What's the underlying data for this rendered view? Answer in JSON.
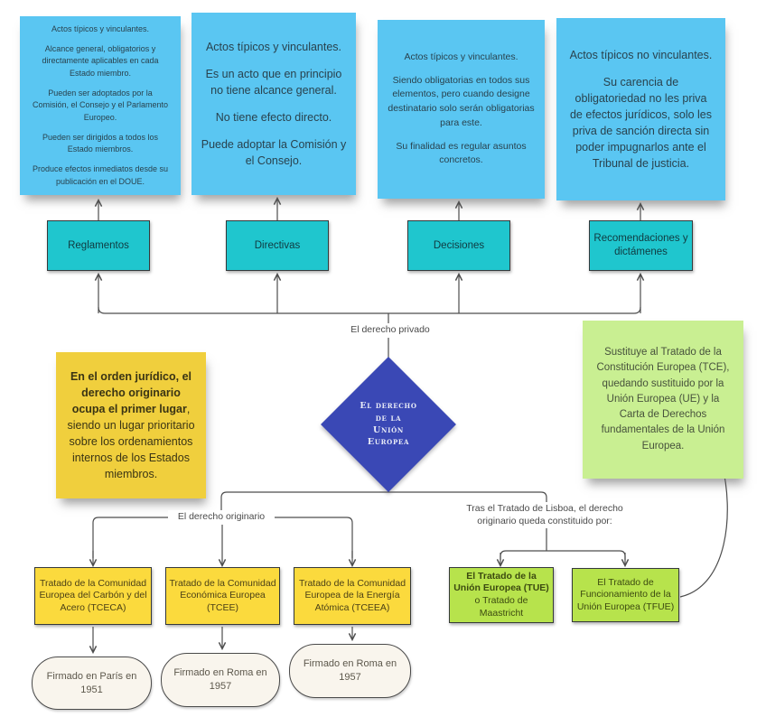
{
  "diagram": {
    "title_diamond": {
      "lines": [
        "El derecho",
        "de la",
        "Unión",
        "Europea"
      ]
    },
    "colors": {
      "note_blue": "#5ac6f2",
      "box_teal": "#1fc6ce",
      "diamond_blue": "#3a48b5",
      "note_yellow": "#f0cf3d",
      "box_yellow": "#fbda3d",
      "note_green": "#c9ef92",
      "box_green": "#b7e34c",
      "box_cream": "#f9f5ed",
      "line": "#4d4d4d"
    },
    "top_notes": [
      {
        "paragraphs": [
          "Actos típicos y vinculantes.",
          "Alcance general, obligatorios y directamente aplicables en cada Estado miembro.",
          "Pueden ser adoptados por la Comisión, el Consejo y el Parlamento Europeo.",
          "Pueden ser dirigidos a todos los Estado miembros.",
          "Produce efectos inmediatos desde su publicación en el DOUE."
        ]
      },
      {
        "paragraphs": [
          "Actos típicos y vinculantes.",
          "Es un acto que en principio no tiene alcance general.",
          "No tiene efecto directo.",
          "Puede adoptar la Comisión y el Consejo."
        ]
      },
      {
        "paragraphs": [
          "Actos típicos y vinculantes.",
          "Siendo obligatorias en todos sus elementos, pero cuando designe destinatario solo serán obligatorias para este.",
          "Su finalidad es regular asuntos concretos."
        ]
      },
      {
        "paragraphs": [
          "Actos típicos no vinculantes.",
          "Su carencia de obligatoriedad no les priva de efectos jurídicos, solo les priva de sanción directa sin poder impugnarlos ante el Tribunal de justicia."
        ]
      }
    ],
    "act_boxes": [
      {
        "label": "Reglamentos"
      },
      {
        "label": "Directivas"
      },
      {
        "label": "Decisiones"
      },
      {
        "label": "Recomendaciones y dictámenes"
      }
    ],
    "labels": {
      "derecho_privado": "El derecho privado",
      "derecho_originario": "El derecho originario",
      "lisboa": "Tras el Tratado de Lisboa, el derecho originario queda constituido por:"
    },
    "left_note": {
      "bold": "En el orden jurídico, el derecho originario ocupa el primer lugar",
      "rest": ", siendo un lugar prioritario sobre los ordenamientos internos de los Estados miembros."
    },
    "right_note": {
      "text": "Sustituye al Tratado de la Constitución Europea (TCE), quedando sustituido por la Unión Europea (UE) y la Carta de Derechos fundamentales de la Unión Europea."
    },
    "treaty_boxes": [
      {
        "label": "Tratado de la Comunidad Europea del Carbón y del Acero (TCECA)"
      },
      {
        "label": "Tratado de la Comunidad Económica Europea (TCEE)"
      },
      {
        "label": "Tratado de la Comunidad Europea de la Energía Atómica (TCEEA)"
      }
    ],
    "signed_boxes": [
      {
        "label": "Firmado en París en 1951"
      },
      {
        "label": "Firmado en Roma en 1957"
      },
      {
        "label": "Firmado en Roma en 1957"
      }
    ],
    "modern_treaty_boxes": [
      {
        "bold": "El Tratado de la Unión Europea (TUE)",
        "rest": " o Tratado de Maastricht"
      },
      {
        "bold": "",
        "rest": "El Tratado de Funcionamiento de la Unión Europea (TFUE)"
      }
    ]
  }
}
